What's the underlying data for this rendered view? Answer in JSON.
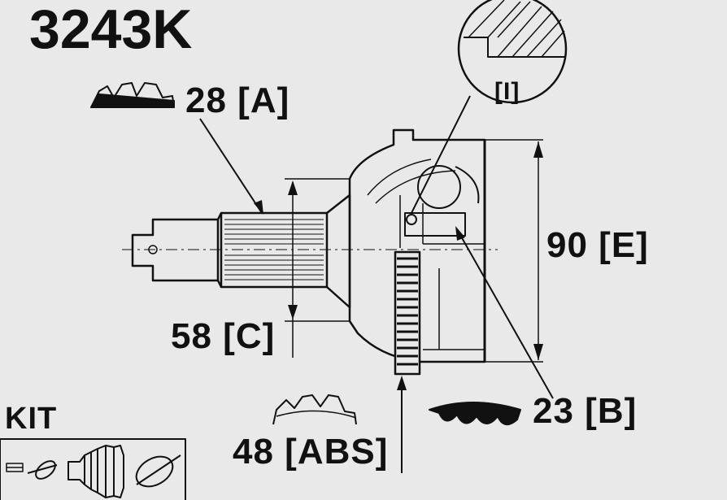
{
  "title": "3243K",
  "labels": {
    "spline_a": "28 [A]",
    "diameter_c": "58 [C]",
    "diameter_e": "90 [E]",
    "spline_b": "23 [B]",
    "abs_ring": "48 [ABS]",
    "detail_i": "[I]",
    "kit": "KIT"
  },
  "icons": {
    "outer_spline": "outer-spline-icon",
    "inner_spline": "inner-spline-icon",
    "abs_teeth": "abs-teeth-icon",
    "kit_parts": [
      "clamp-icon",
      "ring-icon",
      "boot-icon",
      "cable-tie-icon"
    ]
  },
  "colors": {
    "background": "#e9e9e9",
    "ink": "#111111"
  }
}
